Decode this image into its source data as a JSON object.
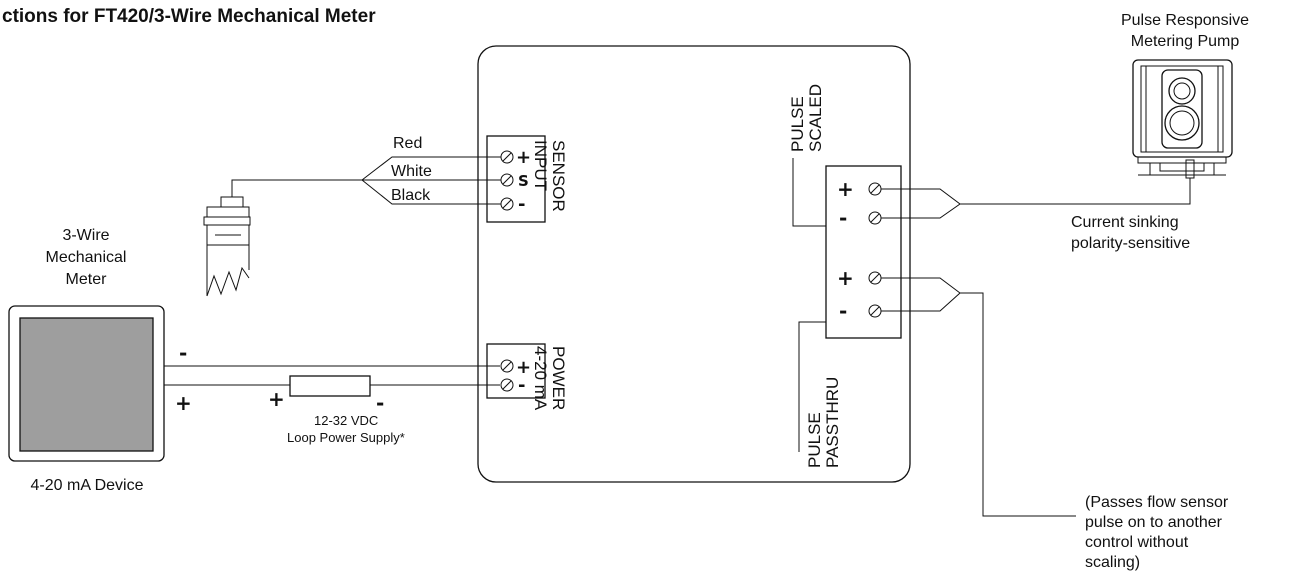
{
  "title": "ctions for FT420/3-Wire Mechanical Meter",
  "pump": {
    "label_line1": "Pulse Responsive",
    "label_line2": "Metering Pump"
  },
  "meter": {
    "label_line1": "3-Wire",
    "label_line2": "Mechanical",
    "label_line3": "Meter",
    "device_label": "4-20 mA Device",
    "minus": "-",
    "plus": "+"
  },
  "wires": {
    "red": "Red",
    "white": "White",
    "black": "Black"
  },
  "sensor_input": {
    "line1": "SENSOR",
    "line2": "INPUT",
    "terminals": [
      "+",
      "S",
      "-"
    ]
  },
  "power": {
    "line1": "POWER",
    "line2": "4-20 mA",
    "terminals": [
      "+",
      "-"
    ]
  },
  "loop_supply": {
    "line1": "12-32 VDC",
    "line2": "Loop Power Supply*",
    "plus": "+",
    "minus": "-"
  },
  "pulse_scaled": {
    "line1": "PULSE",
    "line2": "SCALED",
    "terminals": [
      "+",
      "-"
    ],
    "note_line1": "Current sinking",
    "note_line2": "polarity-sensitive"
  },
  "pulse_passthru": {
    "line1": "PULSE",
    "line2": "PASSTHRU",
    "terminals": [
      "+",
      "-"
    ],
    "note_line1": "(Passes flow sensor",
    "note_line2": "pulse on to another",
    "note_line3": "control without",
    "note_line4": "scaling)"
  },
  "colors": {
    "line": "#111111",
    "meter_face": "#9e9e9e",
    "background": "#ffffff"
  }
}
